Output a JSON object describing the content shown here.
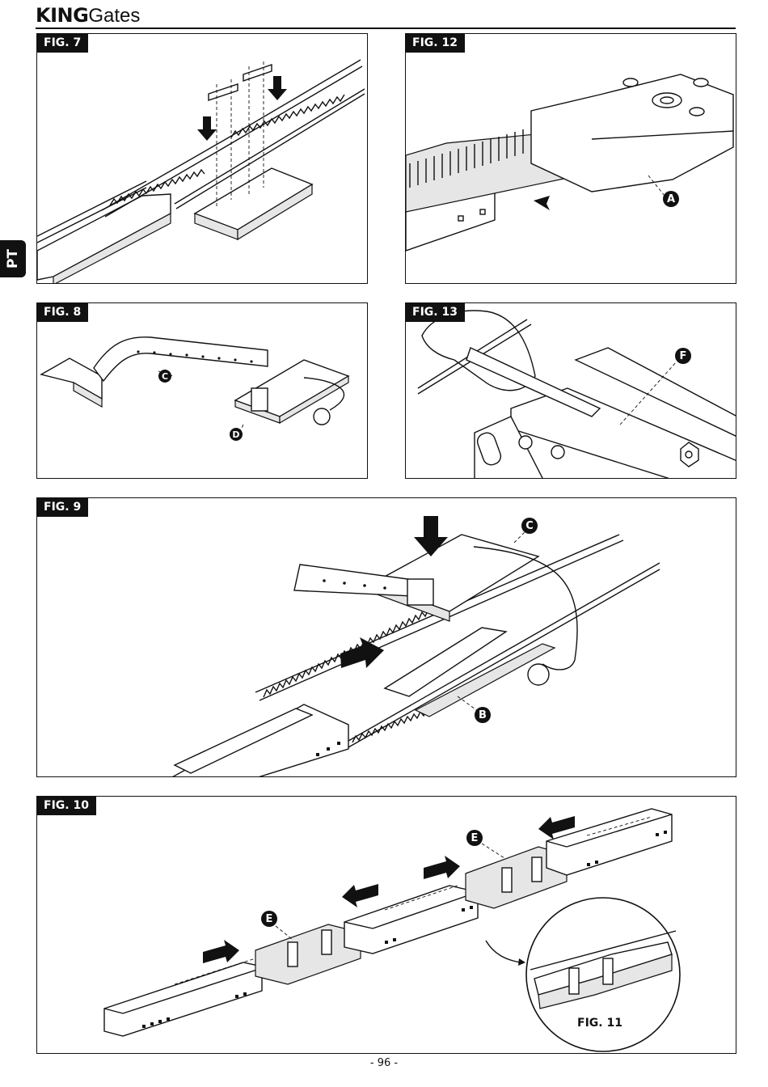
{
  "header": {
    "brand_bold": "KING",
    "brand_light": "Gates"
  },
  "side_tab": {
    "language": "PT"
  },
  "figures": {
    "fig7": {
      "label": "FIG. 7"
    },
    "fig12": {
      "label": "FIG. 12",
      "callouts": [
        "A"
      ]
    },
    "fig8": {
      "label": "FIG. 8",
      "callouts": [
        "C",
        "D"
      ]
    },
    "fig13": {
      "label": "FIG. 13",
      "callouts": [
        "F"
      ]
    },
    "fig9": {
      "label": "FIG. 9",
      "callouts": [
        "C",
        "B"
      ]
    },
    "fig10": {
      "label": "FIG. 10",
      "callouts": [
        "E",
        "E"
      ],
      "inset_label": "FIG. 11"
    }
  },
  "footer": {
    "page_number": "- 96 -"
  },
  "colors": {
    "ink": "#111111",
    "paper": "#ffffff",
    "shade": "#e6e6e6"
  },
  "icons": [
    "arrow-icon",
    "callout-marker-icon"
  ]
}
